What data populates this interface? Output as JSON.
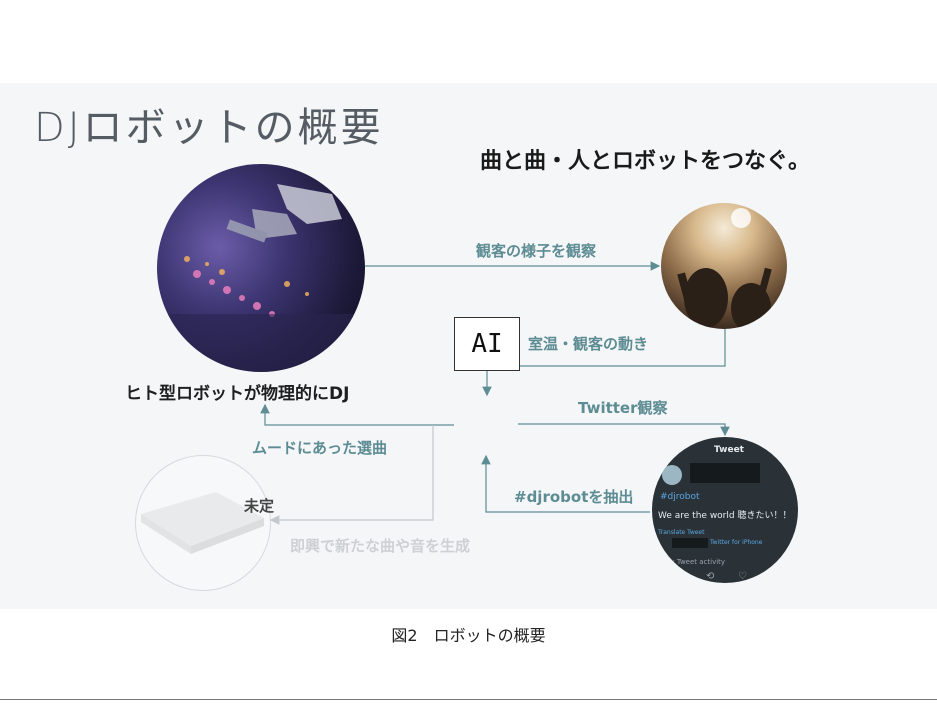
{
  "slide": {
    "title": "DJロボットの概要",
    "subtitle": "曲と曲・人とロボットをつなぐ。"
  },
  "nodes": {
    "robot_label": "ヒト型ロボットが物理的にDJ",
    "ai_label": "AI",
    "undecided_label": "未定"
  },
  "edges": {
    "observe_audience": "観客の様子を観察",
    "temp_movement": "室温・観客の動き",
    "twitter_observe": "Twitter観察",
    "extract_hashtag": "#djrobotを抽出",
    "mood_selection": "ムードにあった選曲",
    "improv_generate": "即興で新たな曲や音を生成"
  },
  "tweet": {
    "header": "Tweet",
    "hashtag": "#djrobot",
    "body": "We are the world 聴きたい！！",
    "translate": "Translate Tweet",
    "client": "Twitter for iPhone",
    "activity": "View Tweet activity"
  },
  "caption": "図2　ロボットの概要"
}
